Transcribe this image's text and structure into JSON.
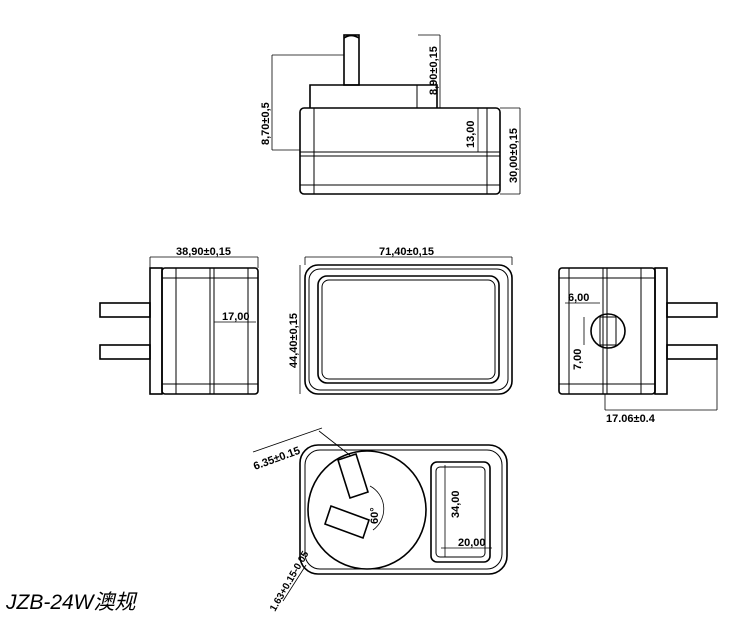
{
  "model_label": "JZB-24W澳规",
  "dimensions": {
    "side_pin_height": "8,90±0,15",
    "side_offset": "8,70±0,5",
    "side_body_height": "13,00",
    "side_total_height": "30,00±0,15",
    "left_width": "38,90±0,15",
    "left_inner": "17,00",
    "front_width": "71,40±0,15",
    "front_height": "44,40±0,15",
    "right_pin_width": "6,00",
    "right_pin_height": "7,00",
    "right_depth": "17.06±0.4",
    "bottom_pin_diameter": "6.35±0.15",
    "bottom_angle": "60°",
    "bottom_pin_thickness": "1.63+0.15-0.05",
    "bottom_label_height": "34,00",
    "bottom_label_width": "20,00"
  }
}
